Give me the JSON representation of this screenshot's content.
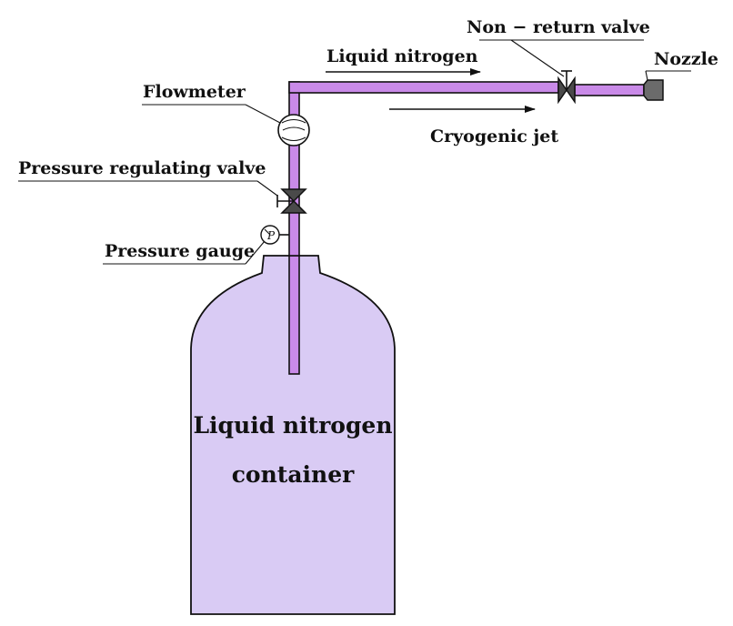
{
  "labels": {
    "non_return_valve": "Non − return valve",
    "nozzle": "Nozzle",
    "liquid_nitrogen": "Liquid nitrogen",
    "flowmeter": "Flowmeter",
    "cryogenic_jet": "Cryogenic jet",
    "pressure_regulating_valve": "Pressure regulating valve",
    "pressure_gauge": "Pressure gauge",
    "gauge_symbol": "P",
    "container_line1": "Liquid nitrogen",
    "container_line2": "container"
  },
  "colors": {
    "container_fill": "#d9cbf4",
    "pipe_fill": "#c98ae8",
    "valve_fill": "#4a4a4a",
    "nozzle_fill": "#6b6b6b",
    "outline": "#111111"
  }
}
